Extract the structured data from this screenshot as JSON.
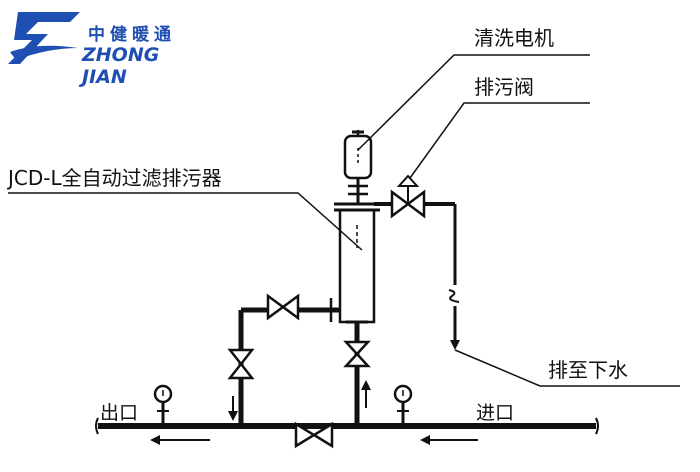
{
  "logo": {
    "name_cn": "中健暖通",
    "name_en": "ZHONG JIAN"
  },
  "labels": {
    "motor": "清洗电机",
    "drain_valve": "排污阀",
    "device": "JCD-L全自动过滤排污器",
    "drain_to_sewer": "排至下水",
    "outlet": "出口",
    "inlet": "进口"
  },
  "colors": {
    "line": "#111111",
    "logo_blue": "#1f4fb3"
  }
}
